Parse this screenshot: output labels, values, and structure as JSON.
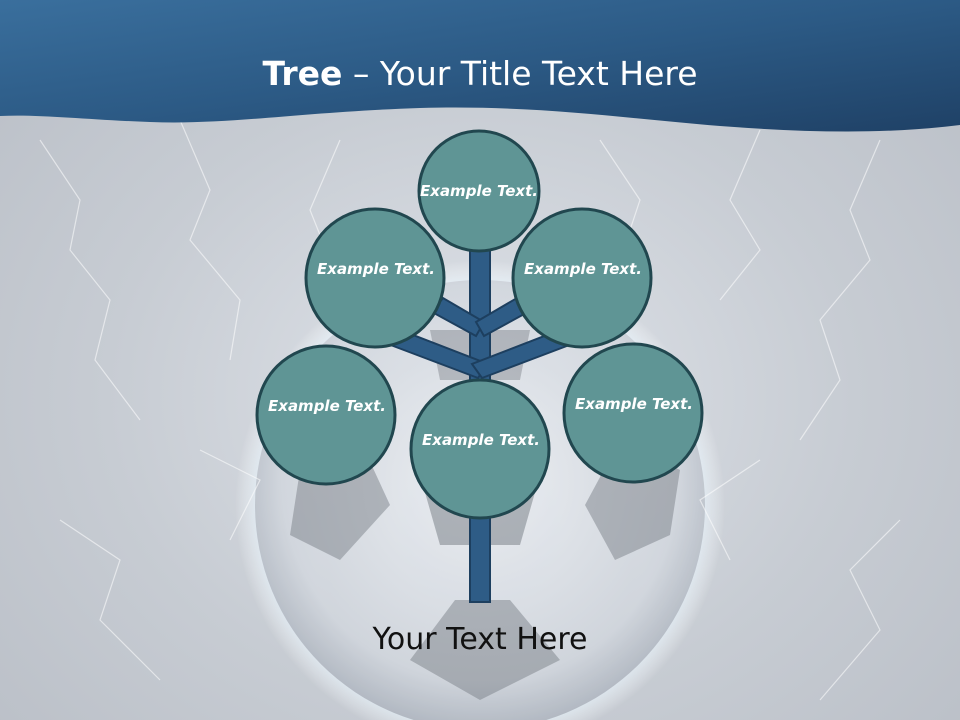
{
  "title": {
    "bold": "Tree",
    "rest": "Your Title Text Here",
    "separator": " – "
  },
  "nodes": [
    {
      "label": "Example Text."
    },
    {
      "label": "Example Text."
    },
    {
      "label": "Example Text."
    },
    {
      "label": "Example Text."
    },
    {
      "label": "Example Text."
    },
    {
      "label": "Example Text."
    }
  ],
  "caption": "Your Text Here",
  "colors": {
    "header": "#2f5d8a",
    "node_fill": "#5f9595",
    "node_stroke": "#21474f",
    "branch_fill": "#2e5c86",
    "branch_stroke": "#1d3f5f",
    "background": "#c9ced6"
  }
}
